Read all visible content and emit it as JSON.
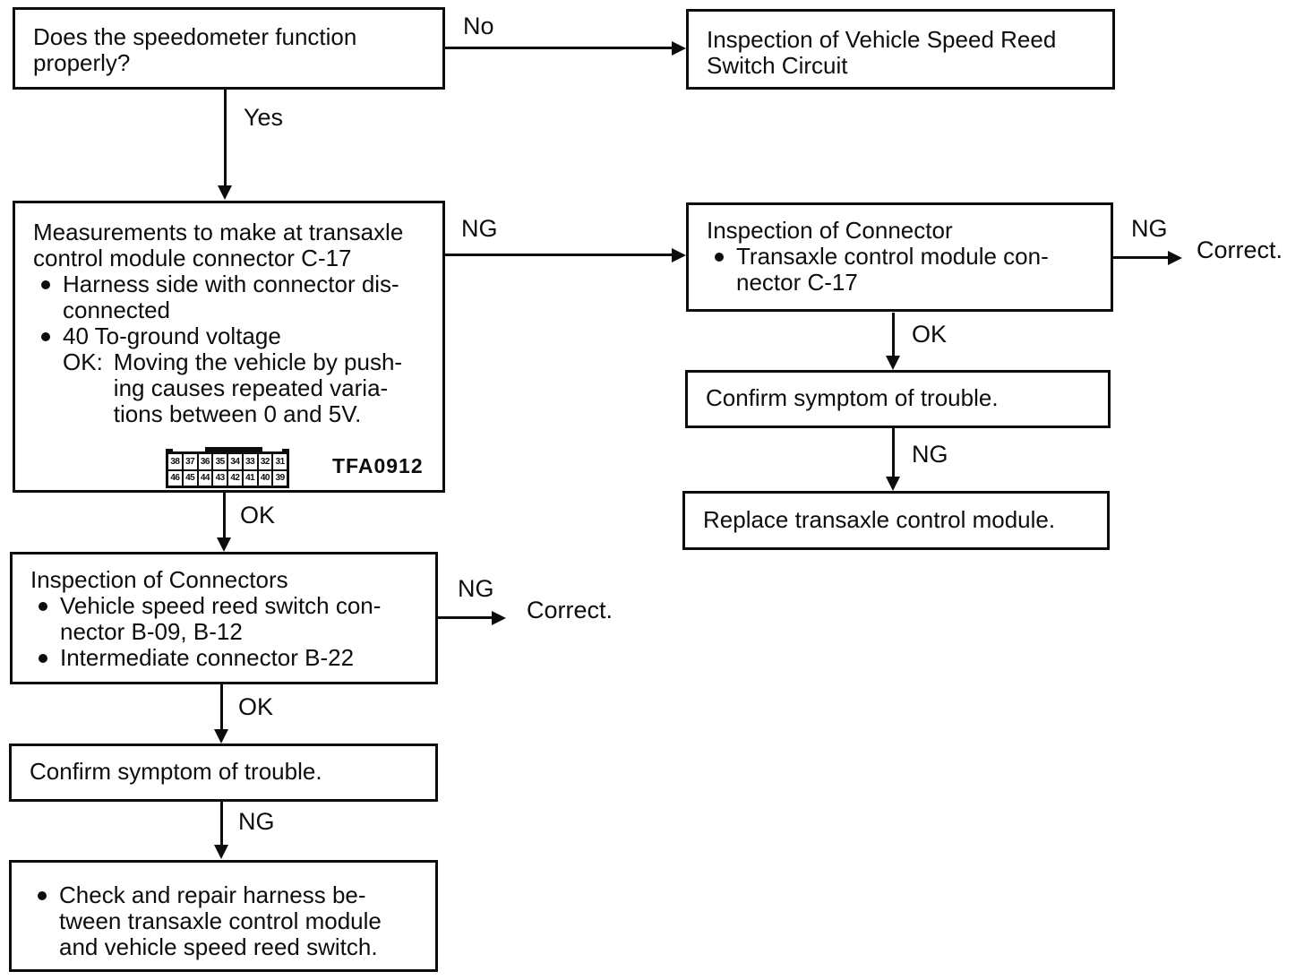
{
  "labels": {
    "yes": "Yes",
    "no": "No",
    "ok": "OK",
    "ng": "NG",
    "correct": "Correct."
  },
  "boxes": {
    "speedometer_question": {
      "text": "Does the speedometer function\nproperly?"
    },
    "reed_switch_inspection": {
      "text": "Inspection of Vehicle Speed Reed\nSwitch Circuit"
    },
    "measurements": {
      "title": "Measurements to make at transaxle\ncontrol module connector C-17",
      "bullet1": "Harness side with connector dis-\nconnected",
      "bullet2": "40 To-ground voltage",
      "ok_prefix": "OK:",
      "ok_text": "Moving the vehicle by push-\ning causes repeated varia-\ntions between 0 and 5V.",
      "figure_code": "TFA0912",
      "connector_pins_top": [
        "38",
        "37",
        "36",
        "35",
        "34",
        "33",
        "32",
        "31"
      ],
      "connector_pins_bottom": [
        "46",
        "45",
        "44",
        "43",
        "42",
        "41",
        "40",
        "39"
      ]
    },
    "connector_inspection": {
      "title": "Inspection of Connector",
      "bullet1": "Transaxle control module con-\nnector C-17"
    },
    "confirm_trouble_right": {
      "text": "Confirm symptom of trouble."
    },
    "replace_module": {
      "text": "Replace transaxle control module."
    },
    "connectors_inspection": {
      "title": "Inspection of Connectors",
      "bullet1": "Vehicle speed reed switch con-\nnector B-09, B-12",
      "bullet2": "Intermediate connector B-22"
    },
    "confirm_trouble_left": {
      "text": "Confirm symptom of trouble."
    },
    "check_harness": {
      "bullet1": "Check and repair harness be-\ntween transaxle control module\nand vehicle speed reed switch."
    }
  }
}
